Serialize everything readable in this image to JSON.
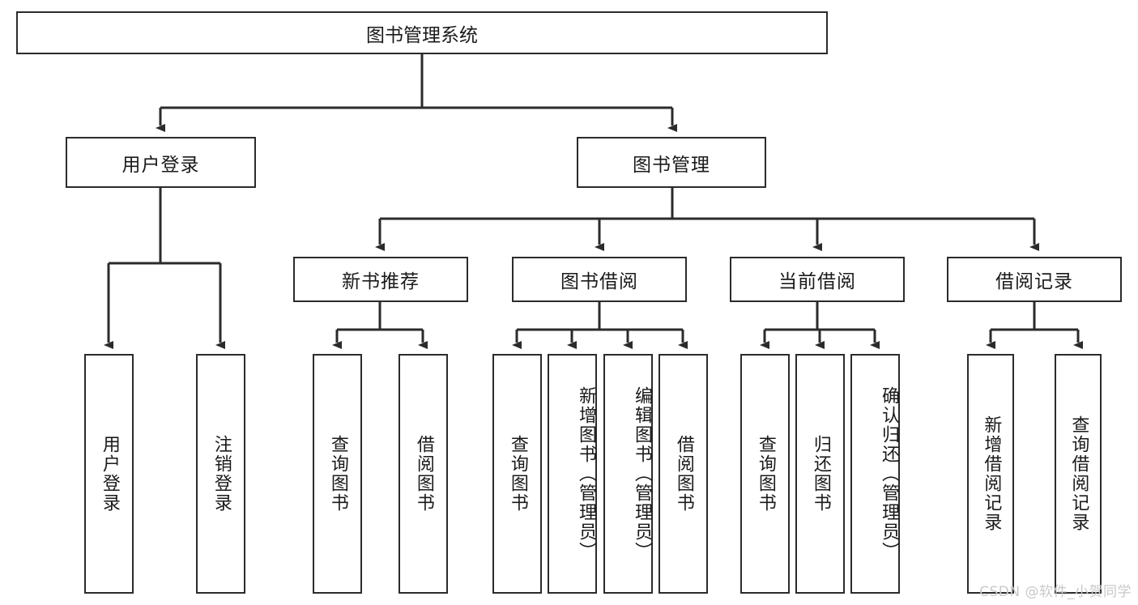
{
  "diagram": {
    "title": "图书管理系统",
    "type": "tree-hierarchy-chart",
    "root": {
      "label": "图书管理系统"
    },
    "level2": [
      {
        "label": "用户登录"
      },
      {
        "label": "图书管理"
      }
    ],
    "level3": [
      {
        "label": "新书推荐"
      },
      {
        "label": "图书借阅"
      },
      {
        "label": "当前借阅"
      },
      {
        "label": "借阅记录"
      }
    ],
    "leaves": {
      "user_login": [
        {
          "label": "用户登录"
        },
        {
          "label": "注销登录"
        }
      ],
      "new_book_recommend": [
        {
          "label": "查询图书"
        },
        {
          "label": "借阅图书"
        }
      ],
      "book_borrow": [
        {
          "label": "查询图书"
        },
        {
          "label": "新增图书（管理员）"
        },
        {
          "label": "编辑图书（管理员）"
        },
        {
          "label": "借阅图书"
        }
      ],
      "current_borrow": [
        {
          "label": "查询图书"
        },
        {
          "label": "归还图书"
        },
        {
          "label": "确认归还（管理员）"
        }
      ],
      "borrow_records": [
        {
          "label": "新增借阅记录"
        },
        {
          "label": "查询借阅记录"
        }
      ]
    }
  },
  "watermark": {
    "text": "CSDN @软件_小贺同学"
  },
  "colors": {
    "stroke": "#2b2b2b",
    "background": "#ffffff",
    "text": "#1a1a1a",
    "watermark": "#c9c9c9"
  }
}
